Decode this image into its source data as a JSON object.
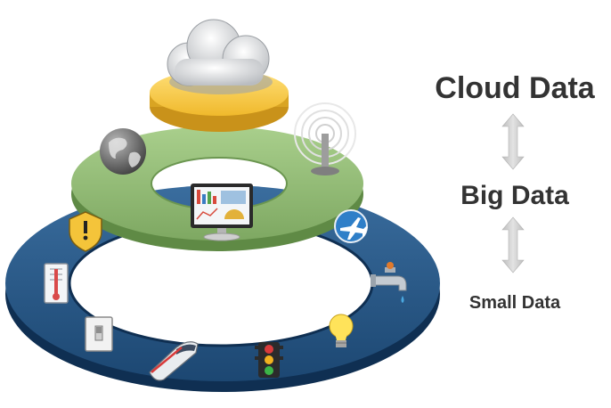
{
  "labels": {
    "top": "Cloud Data",
    "middle": "Big Data",
    "bottom": "Small Data"
  },
  "colors": {
    "bottom_ring": "#1f4d79",
    "middle_ring": "#86b26a",
    "top_disc": "#f2c038",
    "arrow": "#cfcfcf",
    "label": "#333333"
  },
  "icons": [
    "cloud-icon",
    "globe-icon",
    "antenna-icon",
    "monitor-dashboard-icon",
    "warning-shield-icon",
    "airplane-icon",
    "thermometer-icon",
    "faucet-icon",
    "light-switch-icon",
    "train-icon",
    "traffic-light-icon",
    "light-bulb-icon"
  ]
}
